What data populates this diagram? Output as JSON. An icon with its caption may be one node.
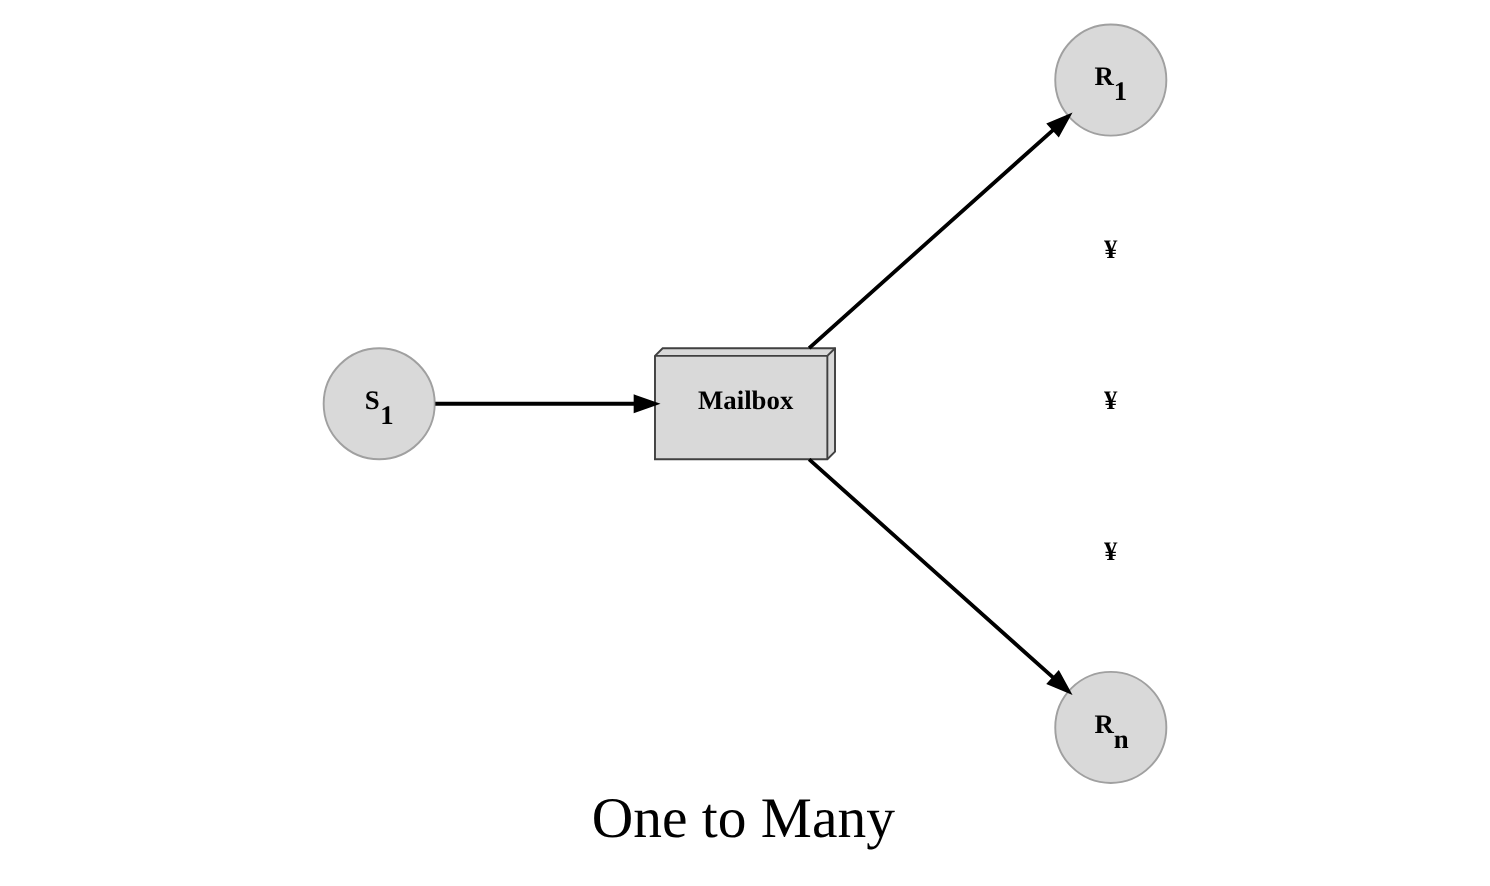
{
  "diagram": {
    "caption": "One to Many",
    "nodes": [
      {
        "text": [
          "S$_{1}$"
        ]
      },
      {
        "text": [
          "Mailbox"
        ]
      },
      {
        "text": [
          "R$_{1}$"
        ]
      },
      {
        "text": [
          "R$_{n}$"
        ]
      }
    ],
    "edges": [
      {
        "from": 0,
        "to": 1,
        "arrow": "to"
      },
      {
        "from": 1,
        "to": 2,
        "arrow": "to"
      },
      {
        "from": 1,
        "to": 3,
        "arrow": "to"
      }
    ],
    "labels": [
      "¥",
      "¥",
      "¥"
    ]
  }
}
